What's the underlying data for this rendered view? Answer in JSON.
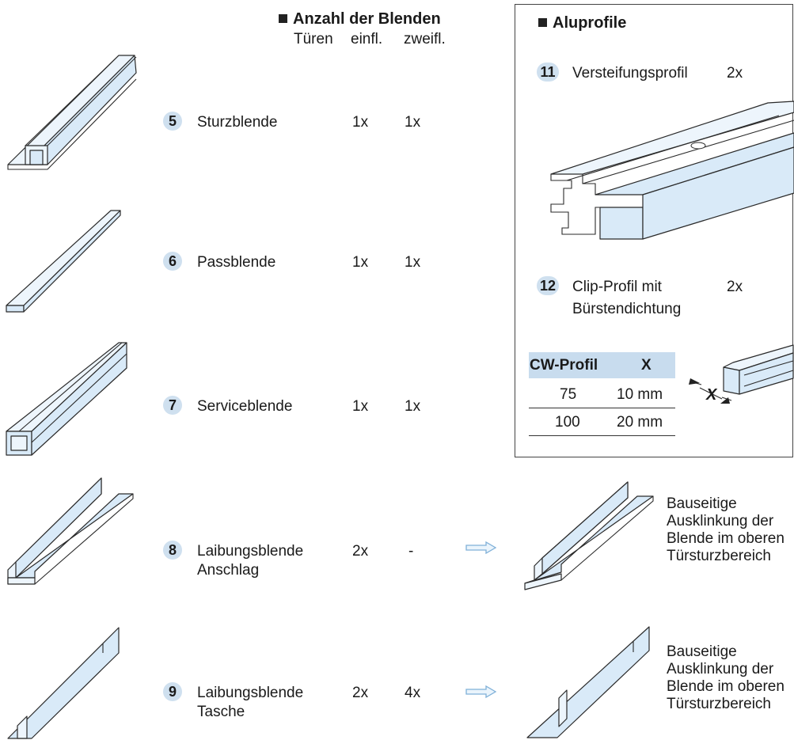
{
  "blenden": {
    "heading": "Anzahl der Blenden",
    "col_tueren": "Türen",
    "col_einfl": "einfl.",
    "col_zweifl": "zweifl.",
    "items": [
      {
        "num": "5",
        "name": "Sturzblende",
        "name2": "",
        "einfl": "1x",
        "zweifl": "1x"
      },
      {
        "num": "6",
        "name": "Passblende",
        "name2": "",
        "einfl": "1x",
        "zweifl": "1x"
      },
      {
        "num": "7",
        "name": "Serviceblende",
        "name2": "",
        "einfl": "1x",
        "zweifl": "1x"
      },
      {
        "num": "8",
        "name": "Laibungsblende",
        "name2": "Anschlag",
        "einfl": "2x",
        "zweifl": "-"
      },
      {
        "num": "9",
        "name": "Laibungsblende",
        "name2": "Tasche",
        "einfl": "2x",
        "zweifl": "4x"
      }
    ]
  },
  "aluprofile": {
    "heading": "Aluprofile",
    "items": [
      {
        "num": "11",
        "name": "Versteifungsprofil",
        "name2": "",
        "qty": "2x"
      },
      {
        "num": "12",
        "name": "Clip-Profil mit",
        "name2": "Bürstendichtung",
        "qty": "2x"
      }
    ],
    "table": {
      "headers": [
        "CW-Profil",
        "X"
      ],
      "rows": [
        [
          "75",
          "10 mm"
        ],
        [
          "100",
          "20 mm"
        ]
      ]
    },
    "dimension_label": "X"
  },
  "notes": {
    "note8": [
      "Bauseitige",
      "Ausklinkung der",
      "Blende im oberen",
      "Türsturzbereich"
    ],
    "note9": [
      "Bauseitige",
      "Ausklinkung der",
      "Blende im oberen",
      "Türsturzbereich"
    ]
  },
  "colors": {
    "badge": "#cfe0ef",
    "profile_fill": "#d9eaf8",
    "table_header": "#c8dcee",
    "arrow": "#7fb0d8"
  }
}
